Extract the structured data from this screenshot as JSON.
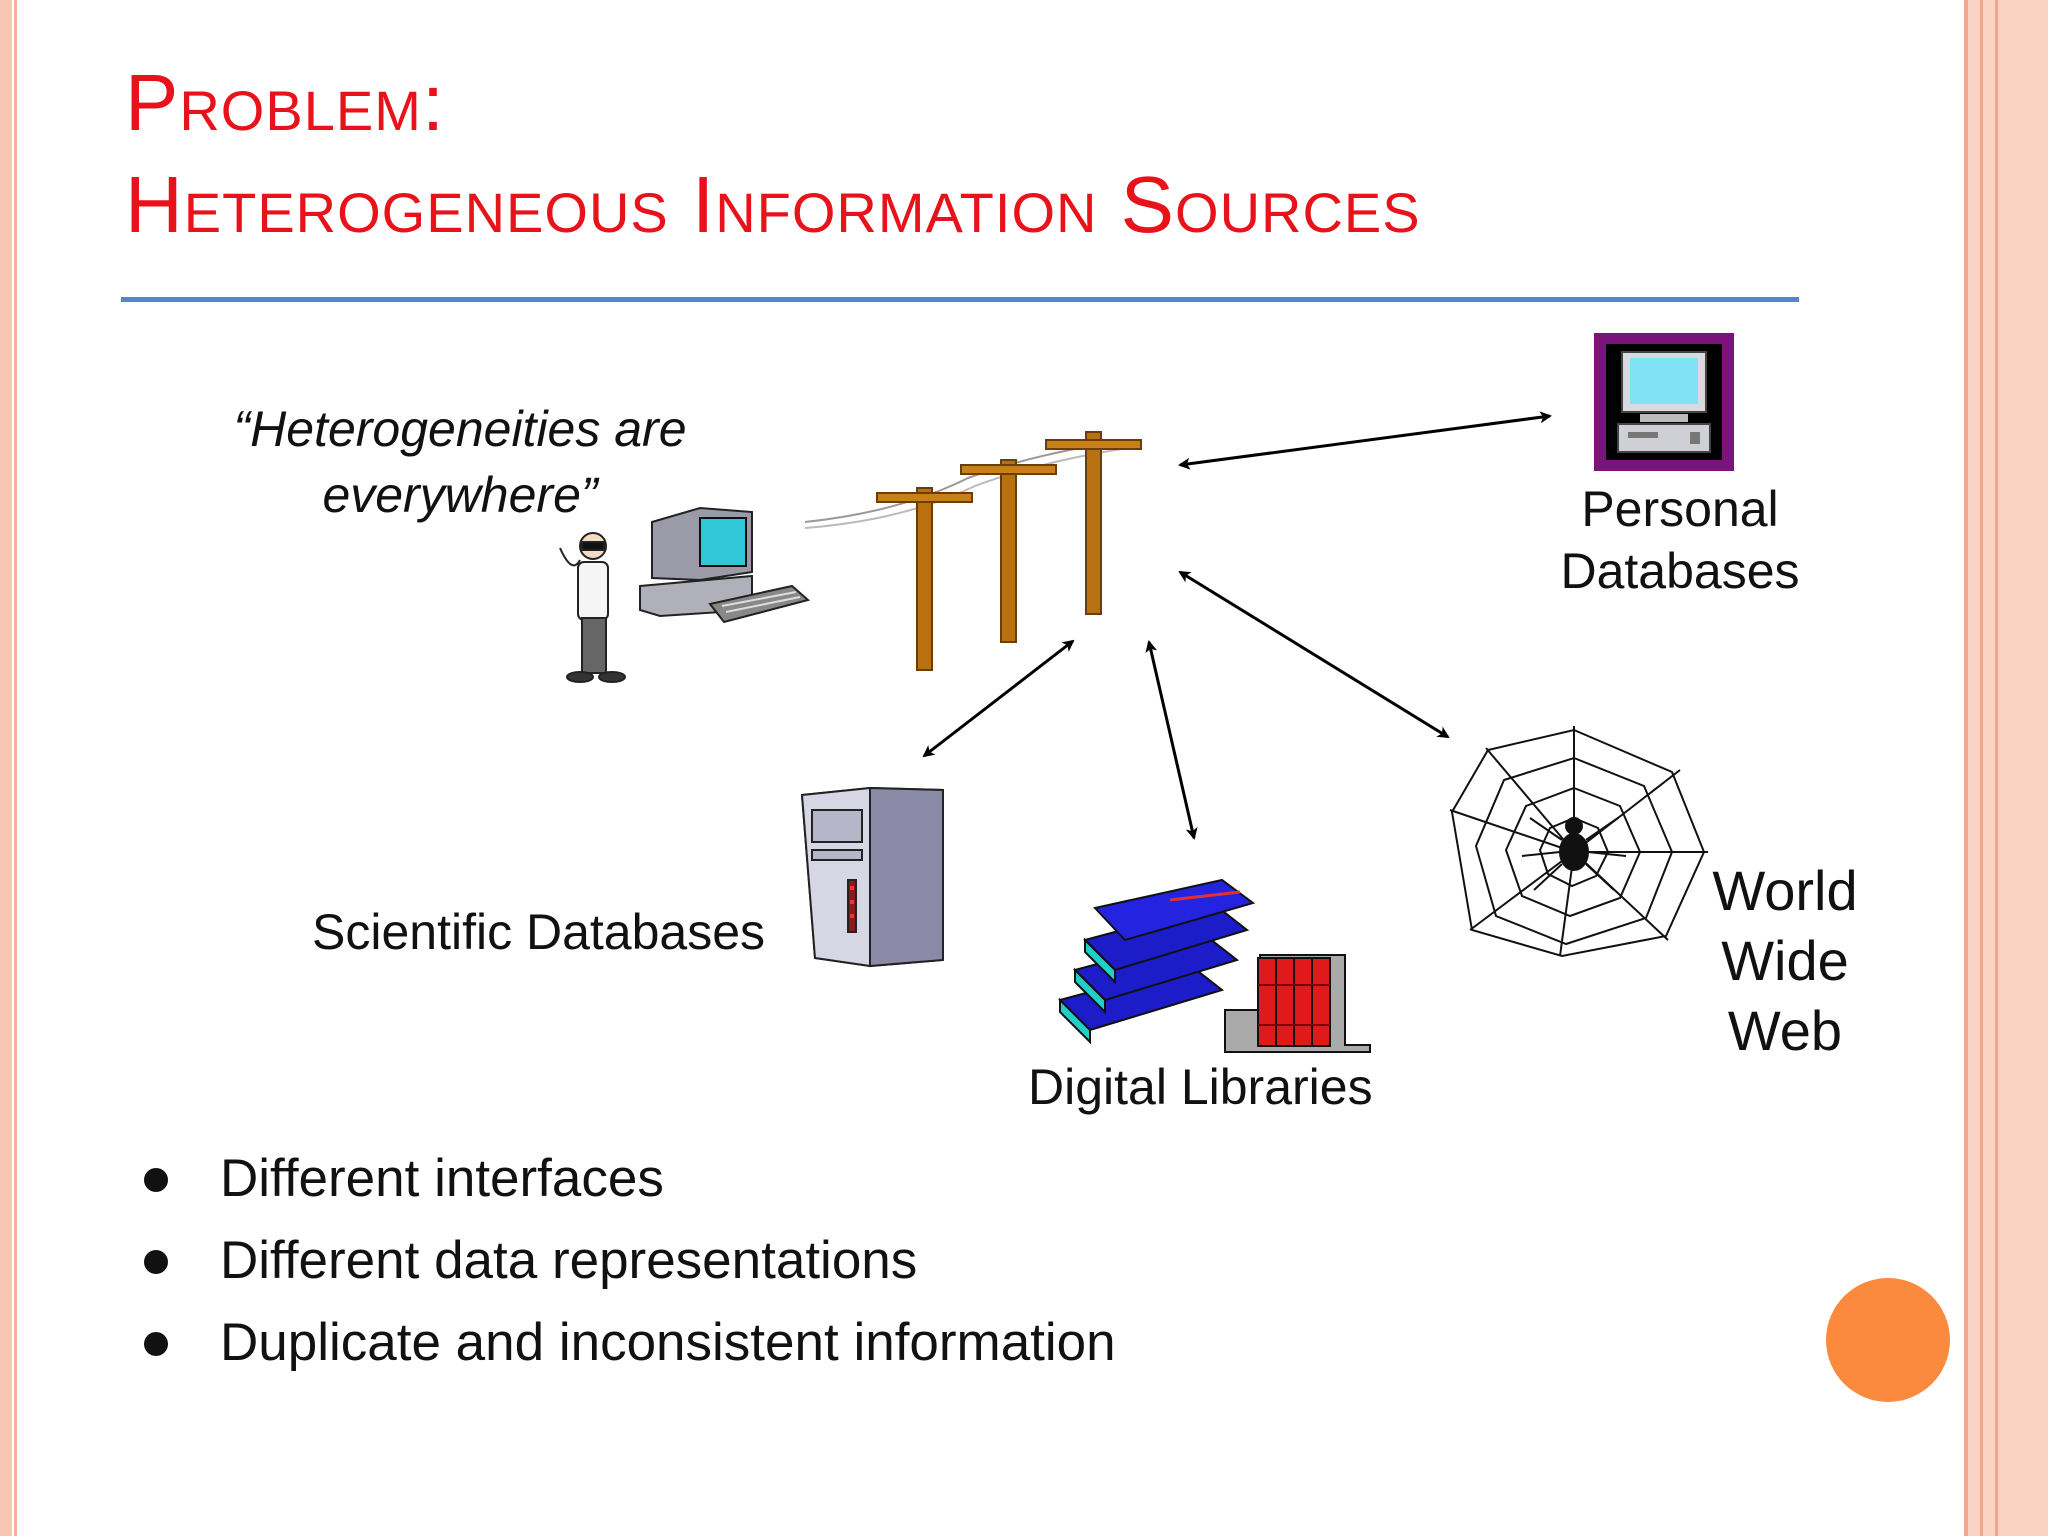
{
  "slide": {
    "title_line1": "Problem:",
    "title_line2": "Heterogeneous Information Sources",
    "quote": "“Heterogeneities are everywhere”",
    "labels": {
      "personal_databases": "Personal Databases",
      "scientific_databases": "Scientific Databases",
      "digital_libraries": "Digital Libraries",
      "world_wide_web": "World Wide Web"
    },
    "bullets": [
      "Different interfaces",
      "Different data representations",
      "Duplicate and inconsistent information"
    ]
  },
  "colors": {
    "title": "#e8131a",
    "rule": "#5b82cf",
    "frame": "#f7c6b4",
    "accent_circle": "#fb8a3e"
  },
  "icons": [
    "person-icon",
    "desktop-computer-icon",
    "telephone-poles-icon",
    "personal-computer-icon",
    "server-tower-icon",
    "books-icon",
    "spider-web-icon"
  ]
}
